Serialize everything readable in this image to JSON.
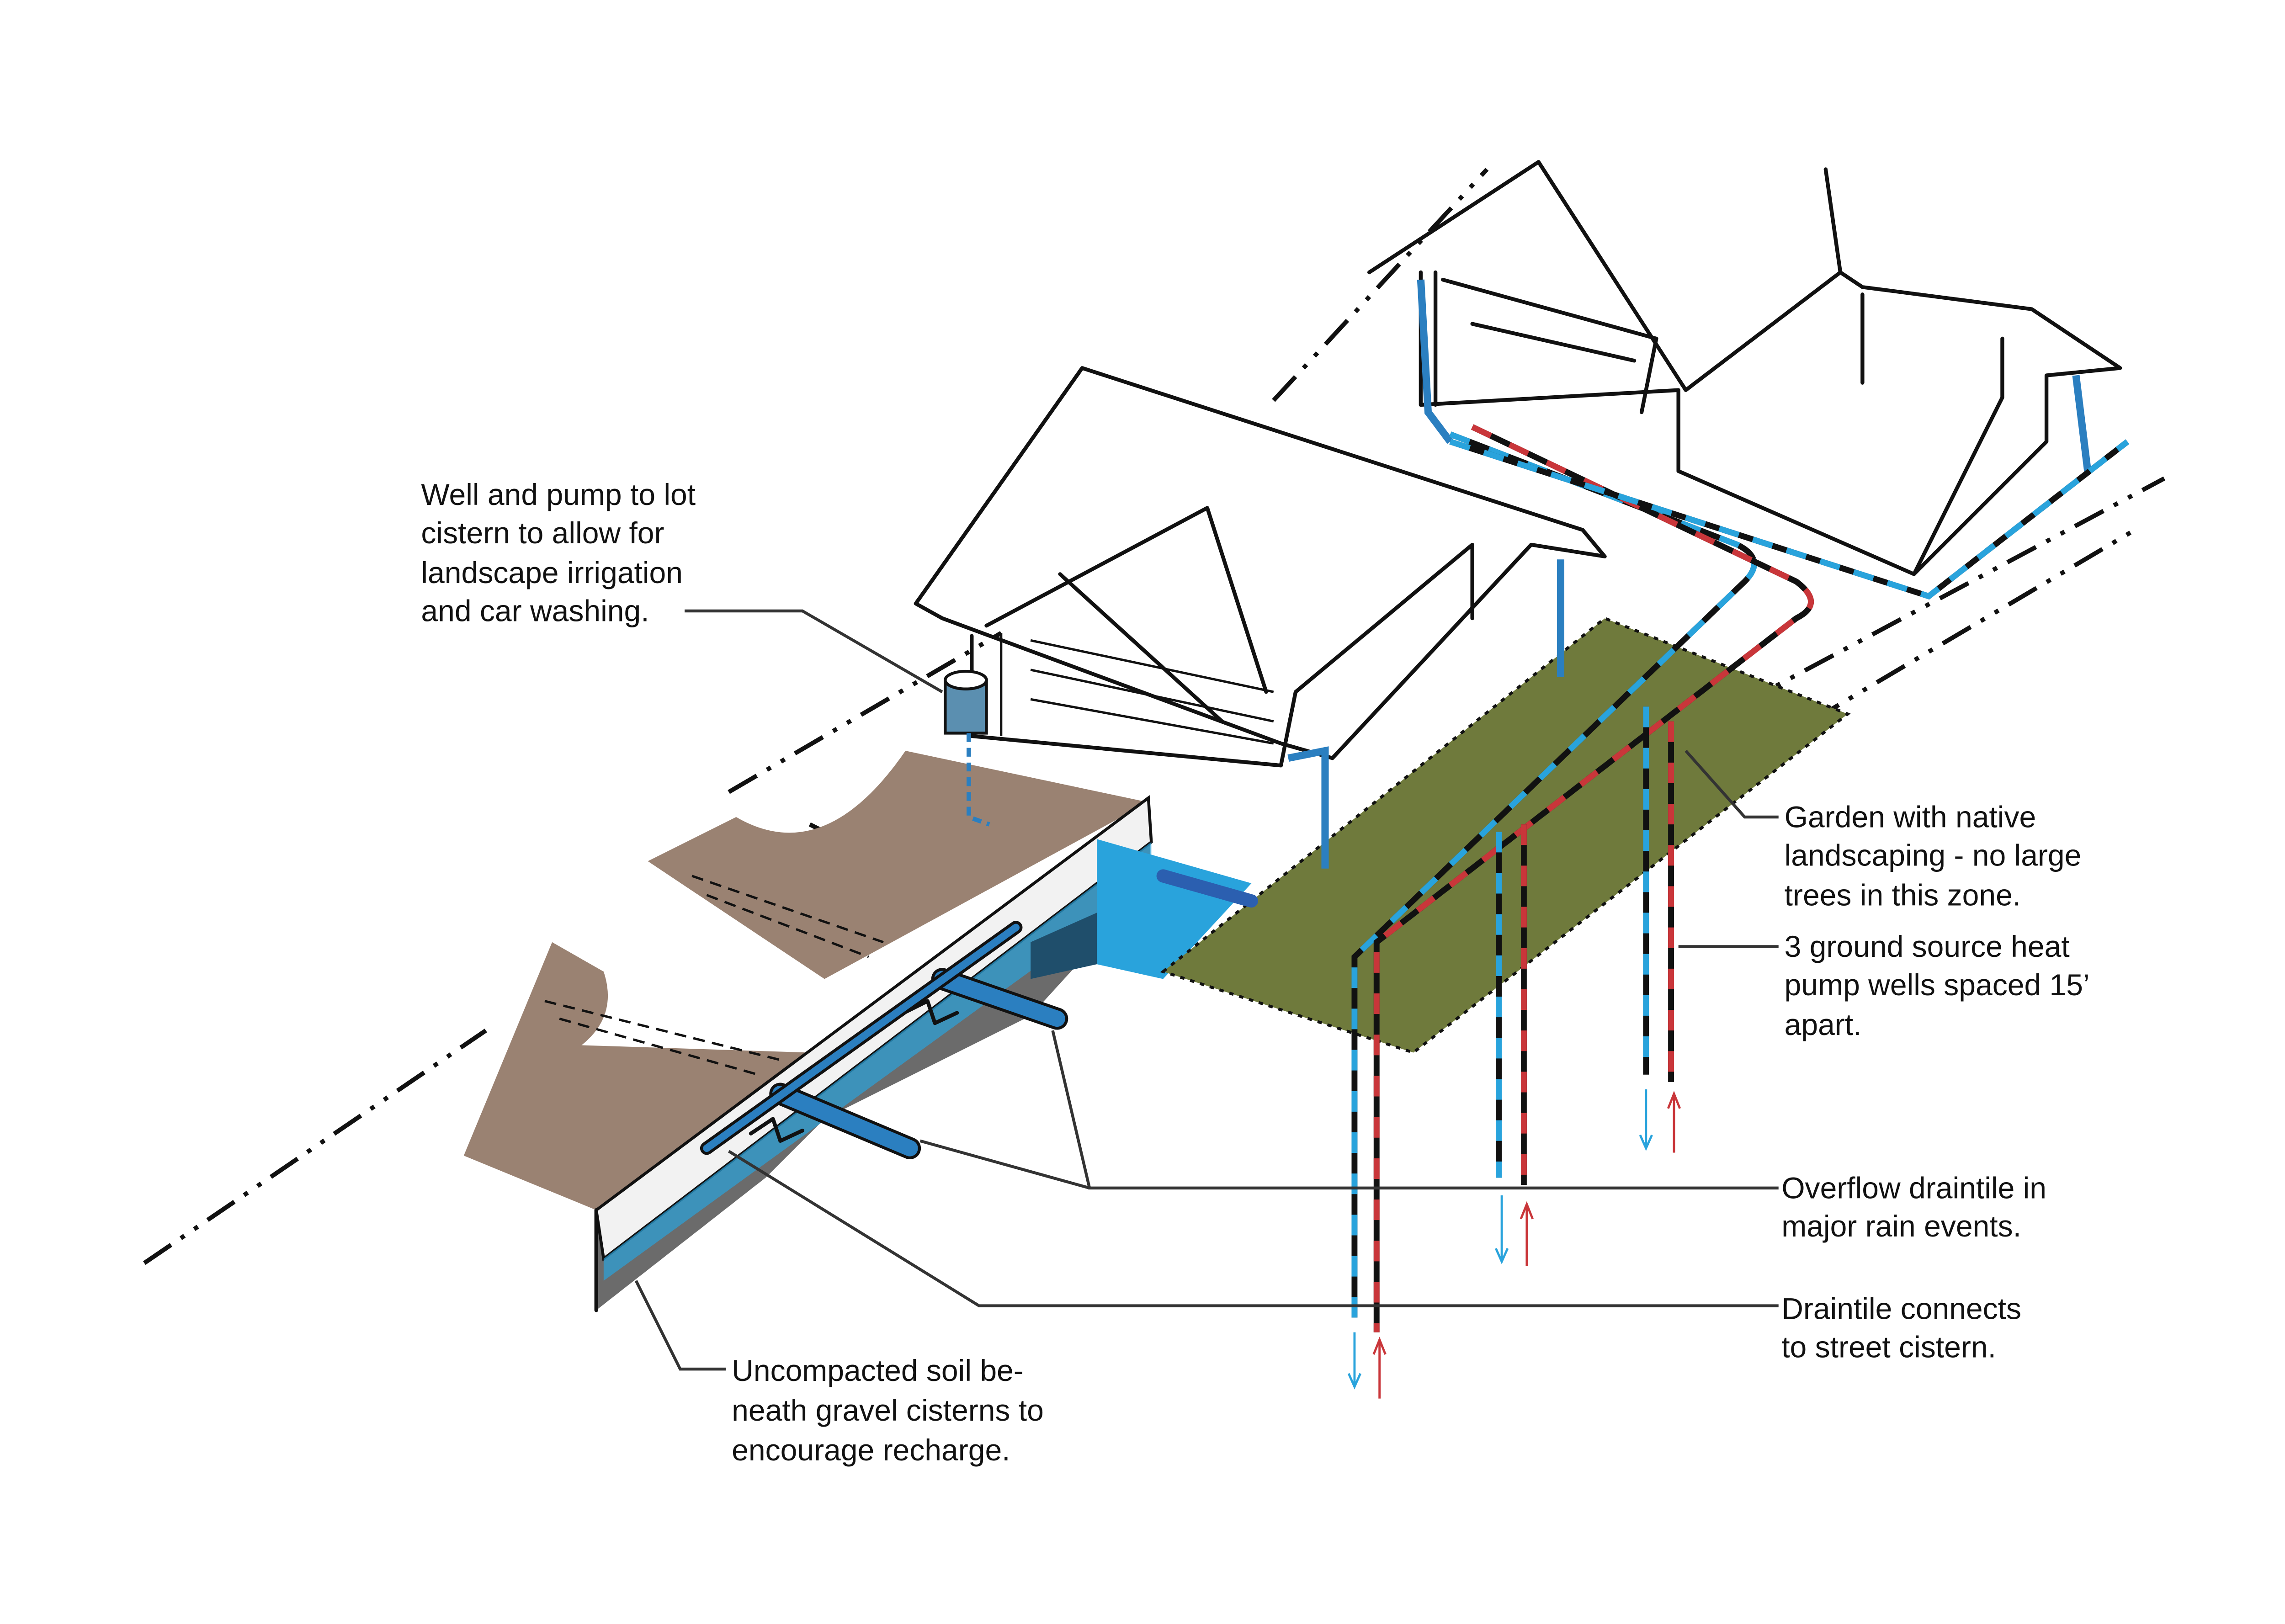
{
  "labels": {
    "well_pump": [
      "Well and pump to lot",
      "cistern to allow for",
      "landscape irrigation",
      "and car washing."
    ],
    "garden": [
      "Garden with native",
      "landscaping - no large",
      "trees in this zone."
    ],
    "heat_pump": [
      "3 ground source heat",
      "pump wells spaced 15’",
      "apart."
    ],
    "overflow": [
      "Overflow draintile in",
      "major rain events."
    ],
    "draintile": [
      "Draintile connects",
      "to street cistern."
    ],
    "soil": [
      "Uncompacted soil be-",
      "neath gravel cisterns to",
      "encourage recharge."
    ]
  },
  "colors": {
    "pavement": "#9a8272",
    "water_blue": "#29a3dc",
    "pipe_blue": "#2b7fc0",
    "pipe_red": "#c9363a",
    "soil_gray": "#6b6b6b",
    "garden_green": "#6f7a3c"
  }
}
